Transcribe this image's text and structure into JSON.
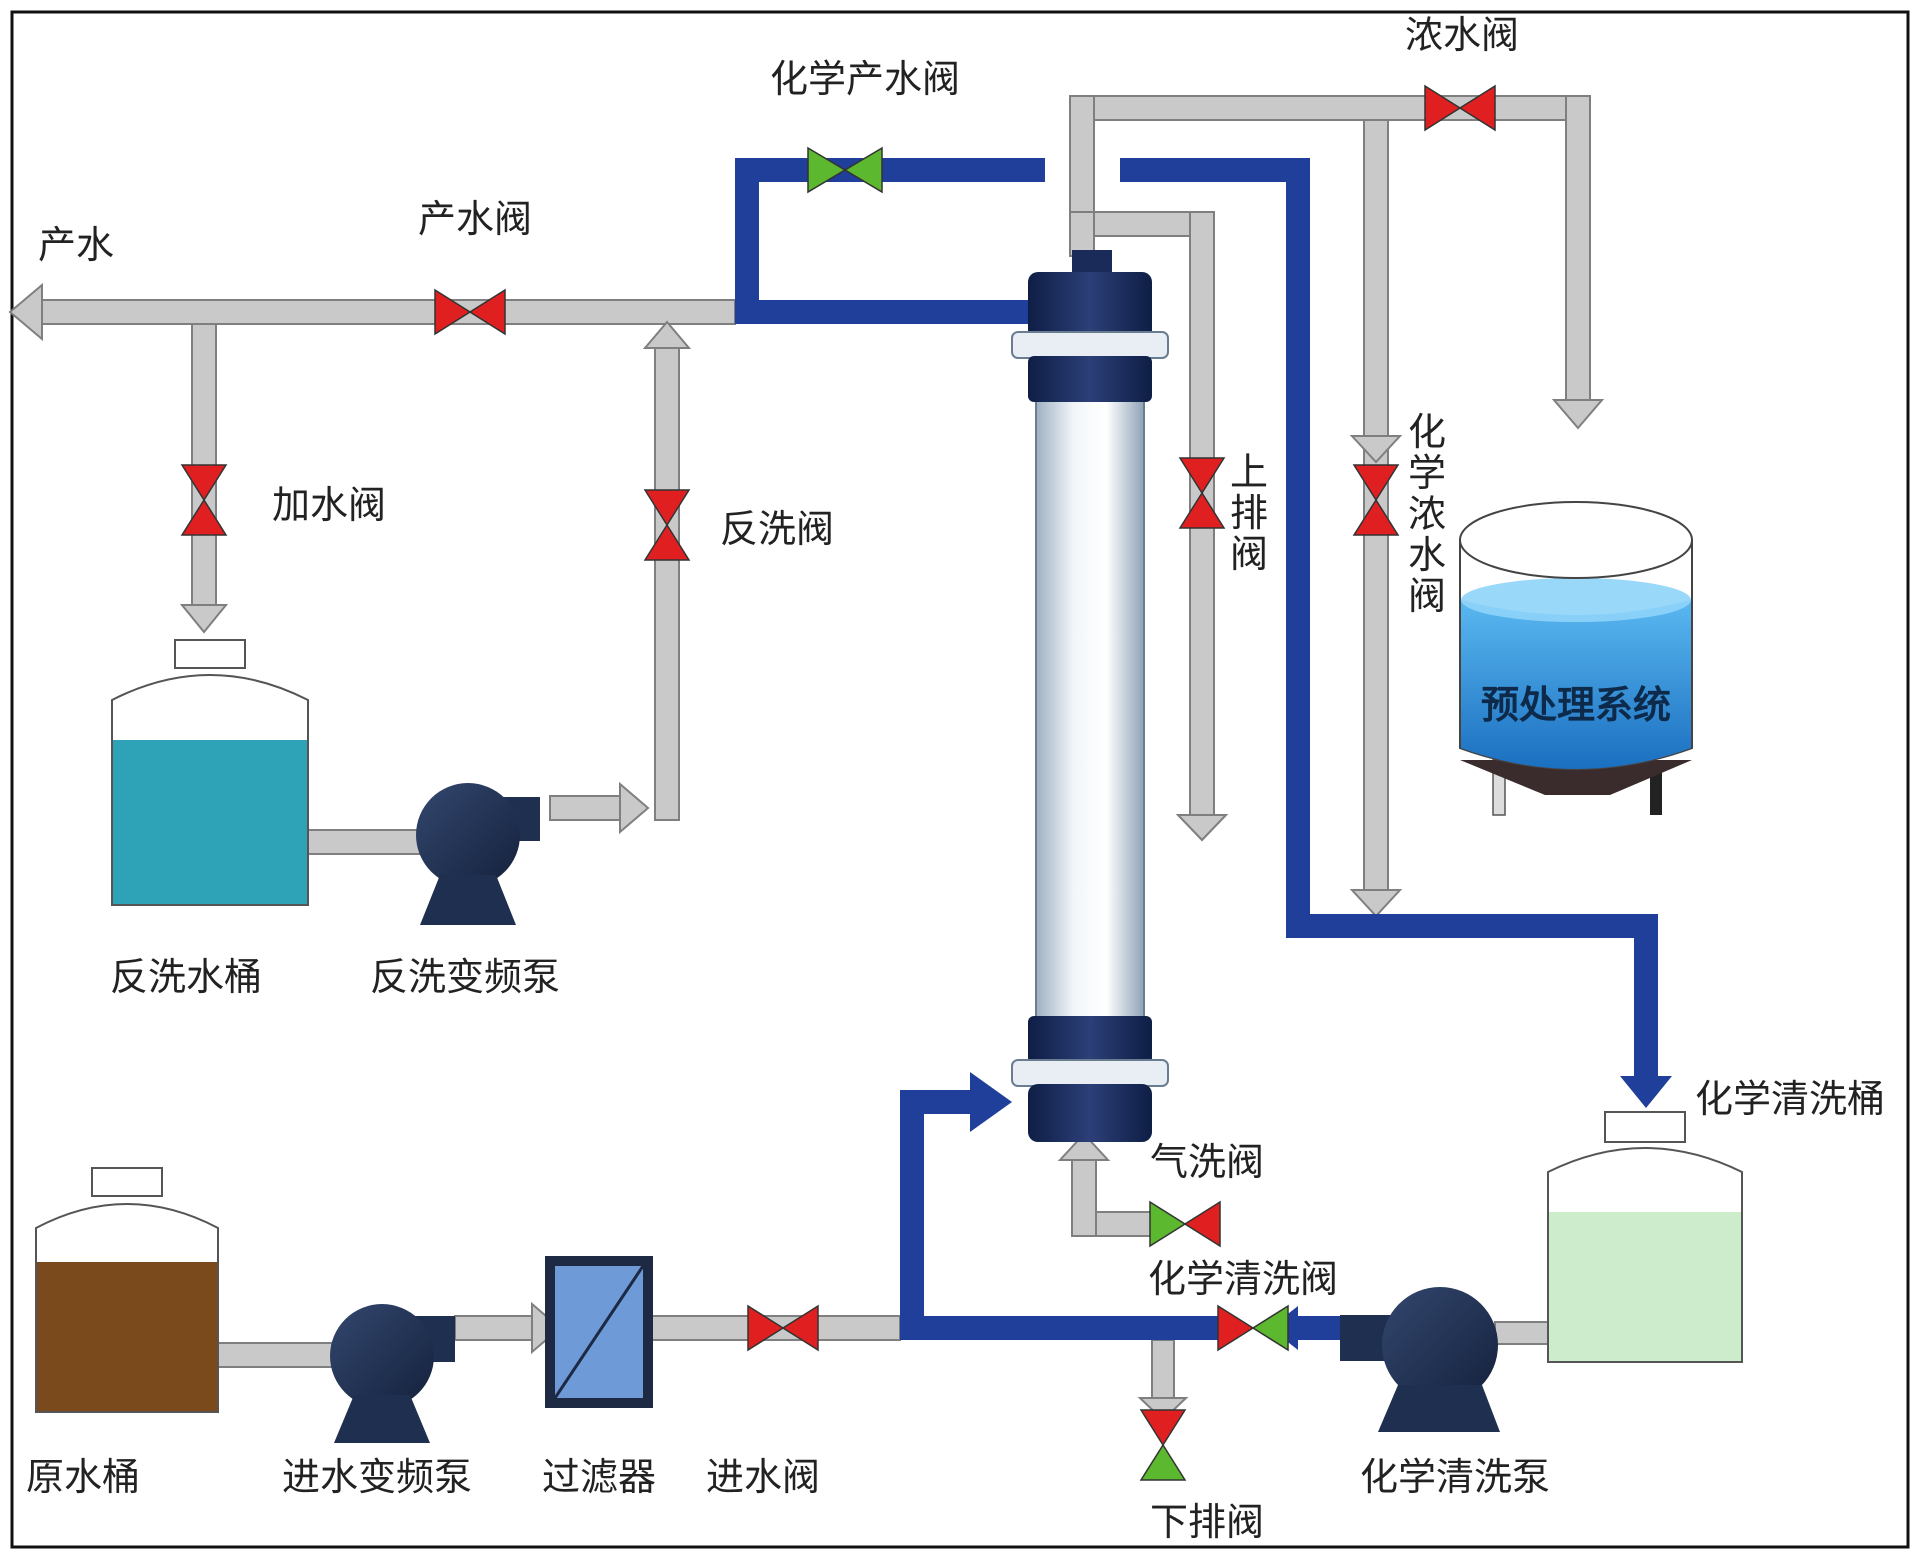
{
  "labels": {
    "product_water": "产水",
    "product_valve": "产水阀",
    "chem_product_valve": "化学产水阀",
    "concentrate_valve": "浓水阀",
    "fill_valve": "加水阀",
    "backwash_valve": "反洗阀",
    "top_drain_valve_chars": [
      "上",
      "排",
      "阀"
    ],
    "chem_concentrate_valve_chars": [
      "化",
      "学",
      "浓",
      "水",
      "阀"
    ],
    "pretreatment_system": "预处理系统",
    "backwash_tank": "反洗水桶",
    "backwash_pump": "反洗变频泵",
    "chem_clean_tank": "化学清洗桶",
    "air_wash_valve": "气洗阀",
    "chem_clean_valve": "化学清洗阀",
    "raw_water_tank": "原水桶",
    "feed_pump": "进水变频泵",
    "filter": "过滤器",
    "inlet_valve": "进水阀",
    "bottom_drain_valve": "下排阀",
    "chem_clean_pump": "化学清洗泵"
  },
  "colors": {
    "pipe_gray": "#c9c9c9",
    "pipe_blue": "#1f3f9a",
    "valve_red": "#e02020",
    "valve_green": "#5cb82e",
    "pump_navy": "#1f2f4f",
    "backwash_water": "#2ea3b8",
    "raw_water": "#7a4a1c",
    "chem_water": "#cdeccb",
    "pretreat_water": "#2a8fd6"
  }
}
